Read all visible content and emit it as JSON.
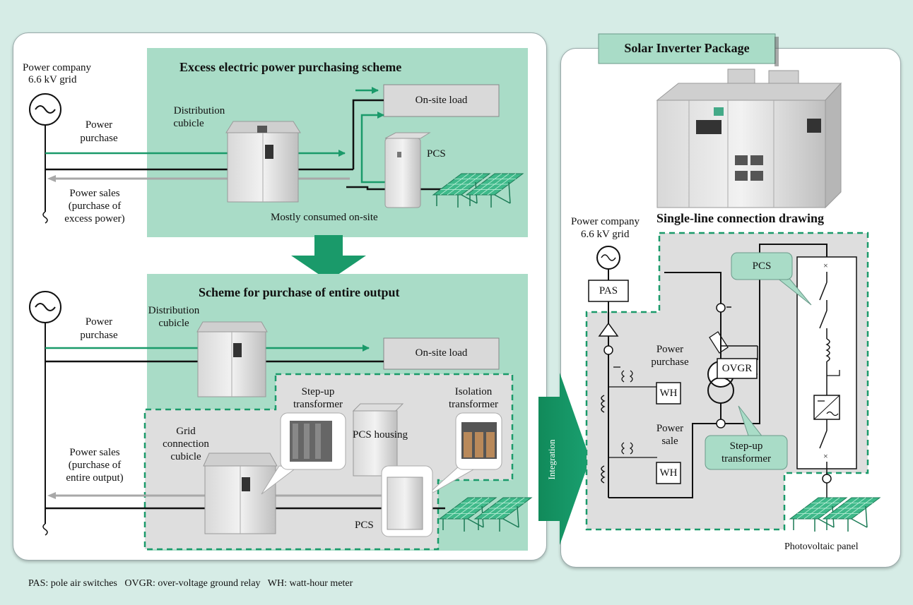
{
  "colors": {
    "background": "#d6ece6",
    "section_fill": "#a9dcc7",
    "accent_green": "#1a9a6a",
    "dashed_green": "#1a9a6a",
    "gray_box": "#d9d9d9",
    "sales_arrow": "#a8a8a8"
  },
  "left": {
    "grid_label_1": "Power company",
    "grid_label_2": "6.6 kV grid",
    "excess": {
      "title": "Excess electric power purchasing scheme",
      "distribution_cubicle_1": "Distribution",
      "distribution_cubicle_2": "cubicle",
      "power_purchase_1": "Power",
      "power_purchase_2": "purchase",
      "onsite_load": "On-site load",
      "pcs": "PCS",
      "power_sales_1": "Power sales",
      "power_sales_2": "(purchase of",
      "power_sales_3": "excess power)",
      "mostly_consumed": "Mostly consumed on-site"
    },
    "entire": {
      "title": "Scheme for purchase of entire output",
      "distribution_cubicle_1": "Distribution",
      "distribution_cubicle_2": "cubicle",
      "power_purchase_1": "Power",
      "power_purchase_2": "purchase",
      "onsite_load": "On-site load",
      "stepup_1": "Step-up",
      "stepup_2": "transformer",
      "isolation_1": "Isolation",
      "isolation_2": "transformer",
      "grid_conn_1": "Grid",
      "grid_conn_2": "connection",
      "grid_conn_3": "cubicle",
      "pcs_housing": "PCS housing",
      "power_sales_1": "Power sales",
      "power_sales_2": "(purchase of",
      "power_sales_3": "entire output)",
      "pcs": "PCS"
    }
  },
  "integration_label": "Integration",
  "right": {
    "package_title": "Solar Inverter Package",
    "drawing_title": "Single-line connection drawing",
    "grid_label_1": "Power company",
    "grid_label_2": "6.6 kV grid",
    "pas": "PAS",
    "power_purchase_1": "Power",
    "power_purchase_2": "purchase",
    "power_sale_1": "Power",
    "power_sale_2": "sale",
    "wh": "WH",
    "ovgr": "OVGR",
    "pcs": "PCS",
    "stepup_1": "Step-up",
    "stepup_2": "transformer",
    "pv_panel": "Photovoltaic panel"
  },
  "footer": "PAS: pole air switches   OVGR: over-voltage ground relay   WH: watt-hour meter"
}
